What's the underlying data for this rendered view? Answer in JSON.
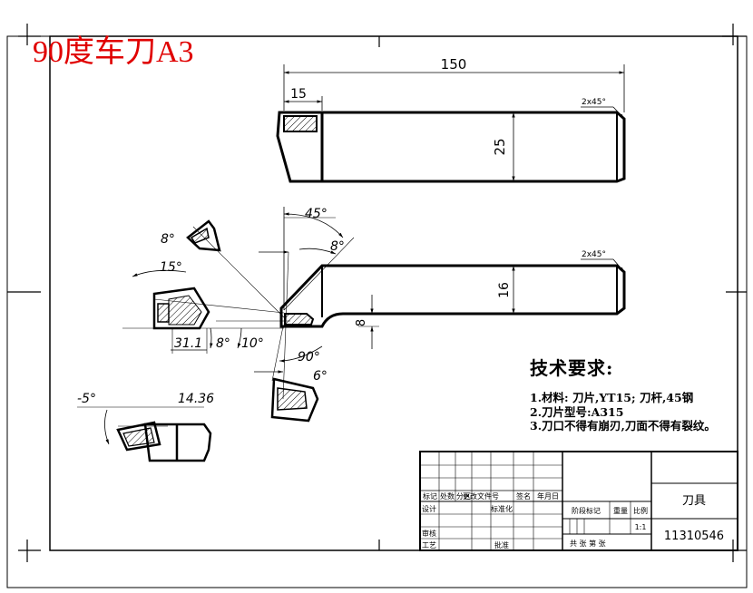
{
  "header": {
    "title": "90度车刀A3"
  },
  "dimensions": {
    "total_length": "150",
    "head_length": "15",
    "shank_height": "25",
    "shank_width": "16",
    "offset": "8",
    "chamfer_top": "2x45°",
    "chamfer_bottom": "2x45°",
    "angle_45": "45°",
    "angle_8_side": "8°",
    "angle_8_insert": "8°",
    "angle_15": "15°",
    "dim_31": "31.1",
    "angle_8_base": "8°",
    "angle_10": "10°",
    "angle_90": "90°",
    "angle_6": "6°",
    "angle_neg5": "-5°",
    "dim_1436": "14.36"
  },
  "tech_requirements": {
    "title": "技术要求:",
    "items": [
      "1.材料:  刀片,YT15;  刀杆,45钢",
      "2.刀片型号:A315",
      "3.刀口不得有崩刃,刀面不得有裂纹。"
    ]
  },
  "title_block": {
    "part_name": "刀具",
    "drawing_number": "11310546",
    "scale_value": "1:1",
    "headers": [
      "标记",
      "处数",
      "分区",
      "更改文件号",
      "签名",
      "年月日"
    ],
    "design": "设计",
    "standardization": "标准化",
    "stage_mark": "阶段标记",
    "weight": "重量",
    "scale": "比例",
    "review": "审核",
    "process": "工艺",
    "approve": "批准",
    "sheets": "共  张  第  张"
  }
}
